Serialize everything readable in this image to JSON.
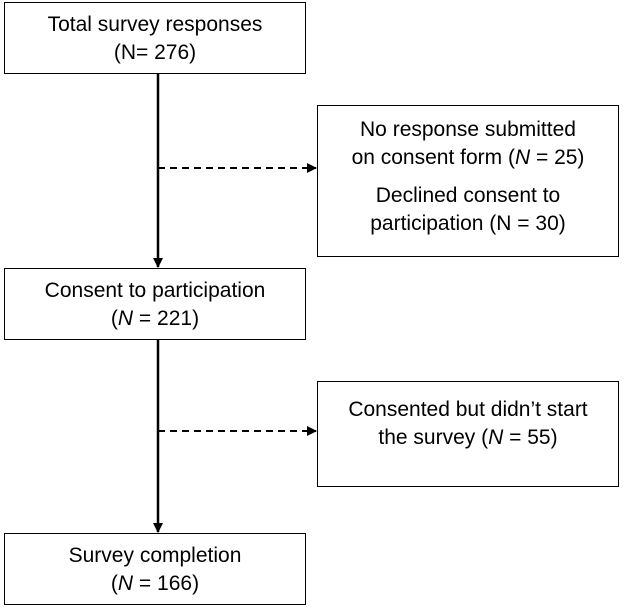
{
  "total": {
    "line1": "Total survey responses",
    "line2": "(N= 276)"
  },
  "exclusion1": {
    "a_line1": "No response submitted",
    "a_line2_pre": "on consent form (",
    "a_line2_n": "N",
    "a_line2_post": " = 25)",
    "b_line1": "Declined consent to",
    "b_line2": "participation (N = 30)"
  },
  "consent": {
    "line1": "Consent to participation",
    "line2_pre": "(",
    "line2_n": "N",
    "line2_post": " = 221)"
  },
  "exclusion2": {
    "line1": "Consented but didn’t start",
    "line2_pre": "the survey (",
    "line2_n": "N",
    "line2_post": " = 55)"
  },
  "completion": {
    "line1": "Survey completion",
    "line2_pre": "(",
    "line2_n": "N",
    "line2_post": " = 166)"
  }
}
